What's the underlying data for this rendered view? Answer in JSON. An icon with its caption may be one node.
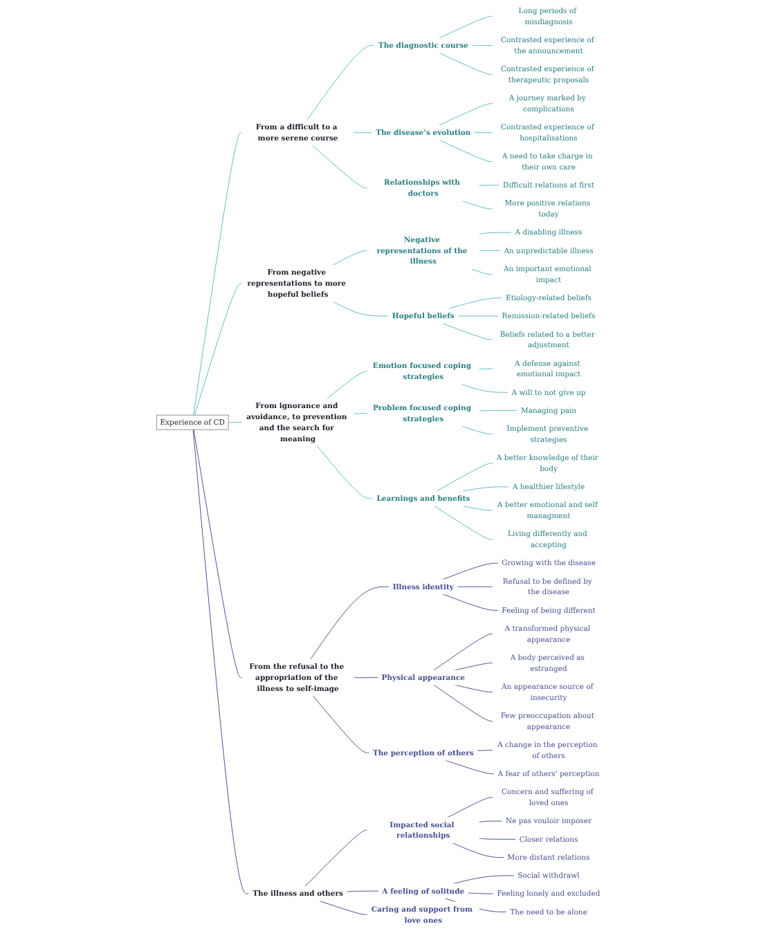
{
  "diagram": {
    "nodes": [
      {
        "text": [
          "Experience of CD"
        ]
      },
      {
        "text": [
          "From a difficult to a more serene course"
        ]
      },
      {
        "text": [
          "The diagnostic course"
        ]
      },
      {
        "text": [
          "Long periods of misdiagnosis"
        ]
      },
      {
        "text": [
          "Contrasted experience of the announcement"
        ]
      },
      {
        "text": [
          "Contrasted experience of therapeutic proposals"
        ]
      },
      {
        "text": [
          "The disease’s evolution"
        ]
      },
      {
        "text": [
          "A journey marked by complications"
        ]
      },
      {
        "text": [
          "Contrasted experience of hospitalisations"
        ]
      },
      {
        "text": [
          "A need to take charge in their own care"
        ]
      },
      {
        "text": [
          "Relationships with doctors"
        ]
      },
      {
        "text": [
          "Difficult relations at first"
        ]
      },
      {
        "text": [
          "More positive relations today"
        ]
      },
      {
        "text": [
          "From negative representations to more hopeful beliefs"
        ]
      },
      {
        "text": [
          "Negative representations of the illness"
        ]
      },
      {
        "text": [
          "A disabling illness"
        ]
      },
      {
        "text": [
          "An unpredictable illness"
        ]
      },
      {
        "text": [
          "An important emotional impact"
        ]
      },
      {
        "text": [
          "Hopeful beliefs"
        ]
      },
      {
        "text": [
          "Etiology-related beliefs"
        ]
      },
      {
        "text": [
          "Remission-related beliefs"
        ]
      },
      {
        "text": [
          "Beliefs related to a better adjustment"
        ]
      },
      {
        "text": [
          "From ignorance and avoidance, to prevention and the search for meaning"
        ]
      },
      {
        "text": [
          "Emotion focused coping strategies"
        ]
      },
      {
        "text": [
          "A defense against emotional impact"
        ]
      },
      {
        "text": [
          "A will to not give up"
        ]
      },
      {
        "text": [
          "Problem focused coping strategies"
        ]
      },
      {
        "text": [
          "Managing pain"
        ]
      },
      {
        "text": [
          "Implement preventive strategies"
        ]
      },
      {
        "text": [
          "Learnings and benefits"
        ]
      },
      {
        "text": [
          "A better knowledge of their body"
        ]
      },
      {
        "text": [
          "A healthier lifestyle"
        ]
      },
      {
        "text": [
          "A better emotional and self managment"
        ]
      },
      {
        "text": [
          "Living differently and accepting"
        ]
      },
      {
        "text": [
          "From the refusal to the appropriation of the illness to self-image"
        ]
      },
      {
        "text": [
          "Illness identity"
        ]
      },
      {
        "text": [
          "Growing with the disease"
        ]
      },
      {
        "text": [
          "Refusal to be defined by the disease"
        ]
      },
      {
        "text": [
          "Feeling of being different"
        ]
      },
      {
        "text": [
          "Physical appearance"
        ]
      },
      {
        "text": [
          "A transformed physical appearance"
        ]
      },
      {
        "text": [
          "A body perceived as estranged"
        ]
      },
      {
        "text": [
          "An appearance source of insecurity"
        ]
      },
      {
        "text": [
          "Few preoccupation about appearance"
        ]
      },
      {
        "text": [
          "The perception of others"
        ]
      },
      {
        "text": [
          "A change in the perception of others"
        ]
      },
      {
        "text": [
          "A fear of others' perception"
        ]
      },
      {
        "text": [
          "The illness and others"
        ]
      },
      {
        "text": [
          "Impacted social relationships"
        ]
      },
      {
        "text": [
          "Concern and suffering of loved ones"
        ]
      },
      {
        "text": [
          "Ne pas vouloir imposer"
        ]
      },
      {
        "text": [
          "Closer relations"
        ]
      },
      {
        "text": [
          "More distant relations"
        ]
      },
      {
        "text": [
          "A feeling of solitude"
        ]
      },
      {
        "text": [
          "Social withdrawl"
        ]
      },
      {
        "text": [
          "Feeling lonely and excluded"
        ]
      },
      {
        "text": [
          "The need to be alone"
        ]
      },
      {
        "text": [
          "Caring and support from love ones"
        ]
      }
    ],
    "edges": [
      {
        "from": 0,
        "to": 1,
        "arrow": "none"
      },
      {
        "from": 1,
        "to": 2,
        "arrow": "none"
      },
      {
        "from": 2,
        "to": 3,
        "arrow": "none"
      },
      {
        "from": 2,
        "to": 4,
        "arrow": "none"
      },
      {
        "from": 2,
        "to": 5,
        "arrow": "none"
      },
      {
        "from": 1,
        "to": 6,
        "arrow": "none"
      },
      {
        "from": 6,
        "to": 7,
        "arrow": "none"
      },
      {
        "from": 6,
        "to": 8,
        "arrow": "none"
      },
      {
        "from": 6,
        "to": 9,
        "arrow": "none"
      },
      {
        "from": 1,
        "to": 10,
        "arrow": "none"
      },
      {
        "from": 10,
        "to": 11,
        "arrow": "none"
      },
      {
        "from": 10,
        "to": 12,
        "arrow": "none"
      },
      {
        "from": 0,
        "to": 13,
        "arrow": "none"
      },
      {
        "from": 13,
        "to": 14,
        "arrow": "none"
      },
      {
        "from": 14,
        "to": 15,
        "arrow": "none"
      },
      {
        "from": 14,
        "to": 16,
        "arrow": "none"
      },
      {
        "from": 14,
        "to": 17,
        "arrow": "none"
      },
      {
        "from": 13,
        "to": 18,
        "arrow": "none"
      },
      {
        "from": 18,
        "to": 19,
        "arrow": "none"
      },
      {
        "from": 18,
        "to": 20,
        "arrow": "none"
      },
      {
        "from": 18,
        "to": 21,
        "arrow": "none"
      },
      {
        "from": 0,
        "to": 22,
        "arrow": "none"
      },
      {
        "from": 22,
        "to": 23,
        "arrow": "none"
      },
      {
        "from": 23,
        "to": 24,
        "arrow": "none"
      },
      {
        "from": 23,
        "to": 25,
        "arrow": "none"
      },
      {
        "from": 22,
        "to": 26,
        "arrow": "none"
      },
      {
        "from": 26,
        "to": 27,
        "arrow": "none"
      },
      {
        "from": 26,
        "to": 28,
        "arrow": "none"
      },
      {
        "from": 22,
        "to": 29,
        "arrow": "none"
      },
      {
        "from": 29,
        "to": 30,
        "arrow": "none"
      },
      {
        "from": 29,
        "to": 31,
        "arrow": "none"
      },
      {
        "from": 29,
        "to": 32,
        "arrow": "none"
      },
      {
        "from": 29,
        "to": 33,
        "arrow": "none"
      },
      {
        "from": 0,
        "to": 34,
        "arrow": "none",
        "color": "#4a5090"
      },
      {
        "from": 34,
        "to": 35,
        "arrow": "none",
        "color": "#4a5090"
      },
      {
        "from": 35,
        "to": 36,
        "arrow": "none",
        "color": "#4a5090"
      },
      {
        "from": 35,
        "to": 37,
        "arrow": "none",
        "color": "#4a5090"
      },
      {
        "from": 35,
        "to": 38,
        "arrow": "none",
        "color": "#4a5090"
      },
      {
        "from": 34,
        "to": 39,
        "arrow": "none",
        "color": "#4a5090"
      },
      {
        "from": 39,
        "to": 40,
        "arrow": "none",
        "color": "#4a5090"
      },
      {
        "from": 39,
        "to": 41,
        "arrow": "none",
        "color": "#4a5090"
      },
      {
        "from": 39,
        "to": 42,
        "arrow": "none",
        "color": "#4a5090"
      },
      {
        "from": 39,
        "to": 43,
        "arrow": "none",
        "color": "#4a5090"
      },
      {
        "from": 34,
        "to": 44,
        "arrow": "none",
        "color": "#4a5090"
      },
      {
        "from": 44,
        "to": 45,
        "arrow": "none",
        "color": "#4a5090"
      },
      {
        "from": 44,
        "to": 46,
        "arrow": "none",
        "color": "#4a5090"
      },
      {
        "from": 0,
        "to": 47,
        "arrow": "none",
        "color": "#4a5090"
      },
      {
        "from": 47,
        "to": 48,
        "arrow": "none",
        "color": "#4a5090"
      },
      {
        "from": 48,
        "to": 49,
        "arrow": "none",
        "color": "#4a5090"
      },
      {
        "from": 48,
        "to": 50,
        "arrow": "none",
        "color": "#4a5090"
      },
      {
        "from": 48,
        "to": 51,
        "arrow": "none",
        "color": "#4a5090"
      },
      {
        "from": 48,
        "to": 52,
        "arrow": "none",
        "color": "#4a5090"
      },
      {
        "from": 47,
        "to": 53,
        "arrow": "none",
        "color": "#4a5090"
      },
      {
        "from": 53,
        "to": 54,
        "arrow": "none",
        "color": "#4a5090"
      },
      {
        "from": 53,
        "to": 55,
        "arrow": "none",
        "color": "#4a5090"
      },
      {
        "from": 53,
        "to": 56,
        "arrow": "none",
        "color": "#4a5090"
      },
      {
        "from": 47,
        "to": 57,
        "arrow": "none",
        "color": "#4a5090"
      }
    ]
  }
}
